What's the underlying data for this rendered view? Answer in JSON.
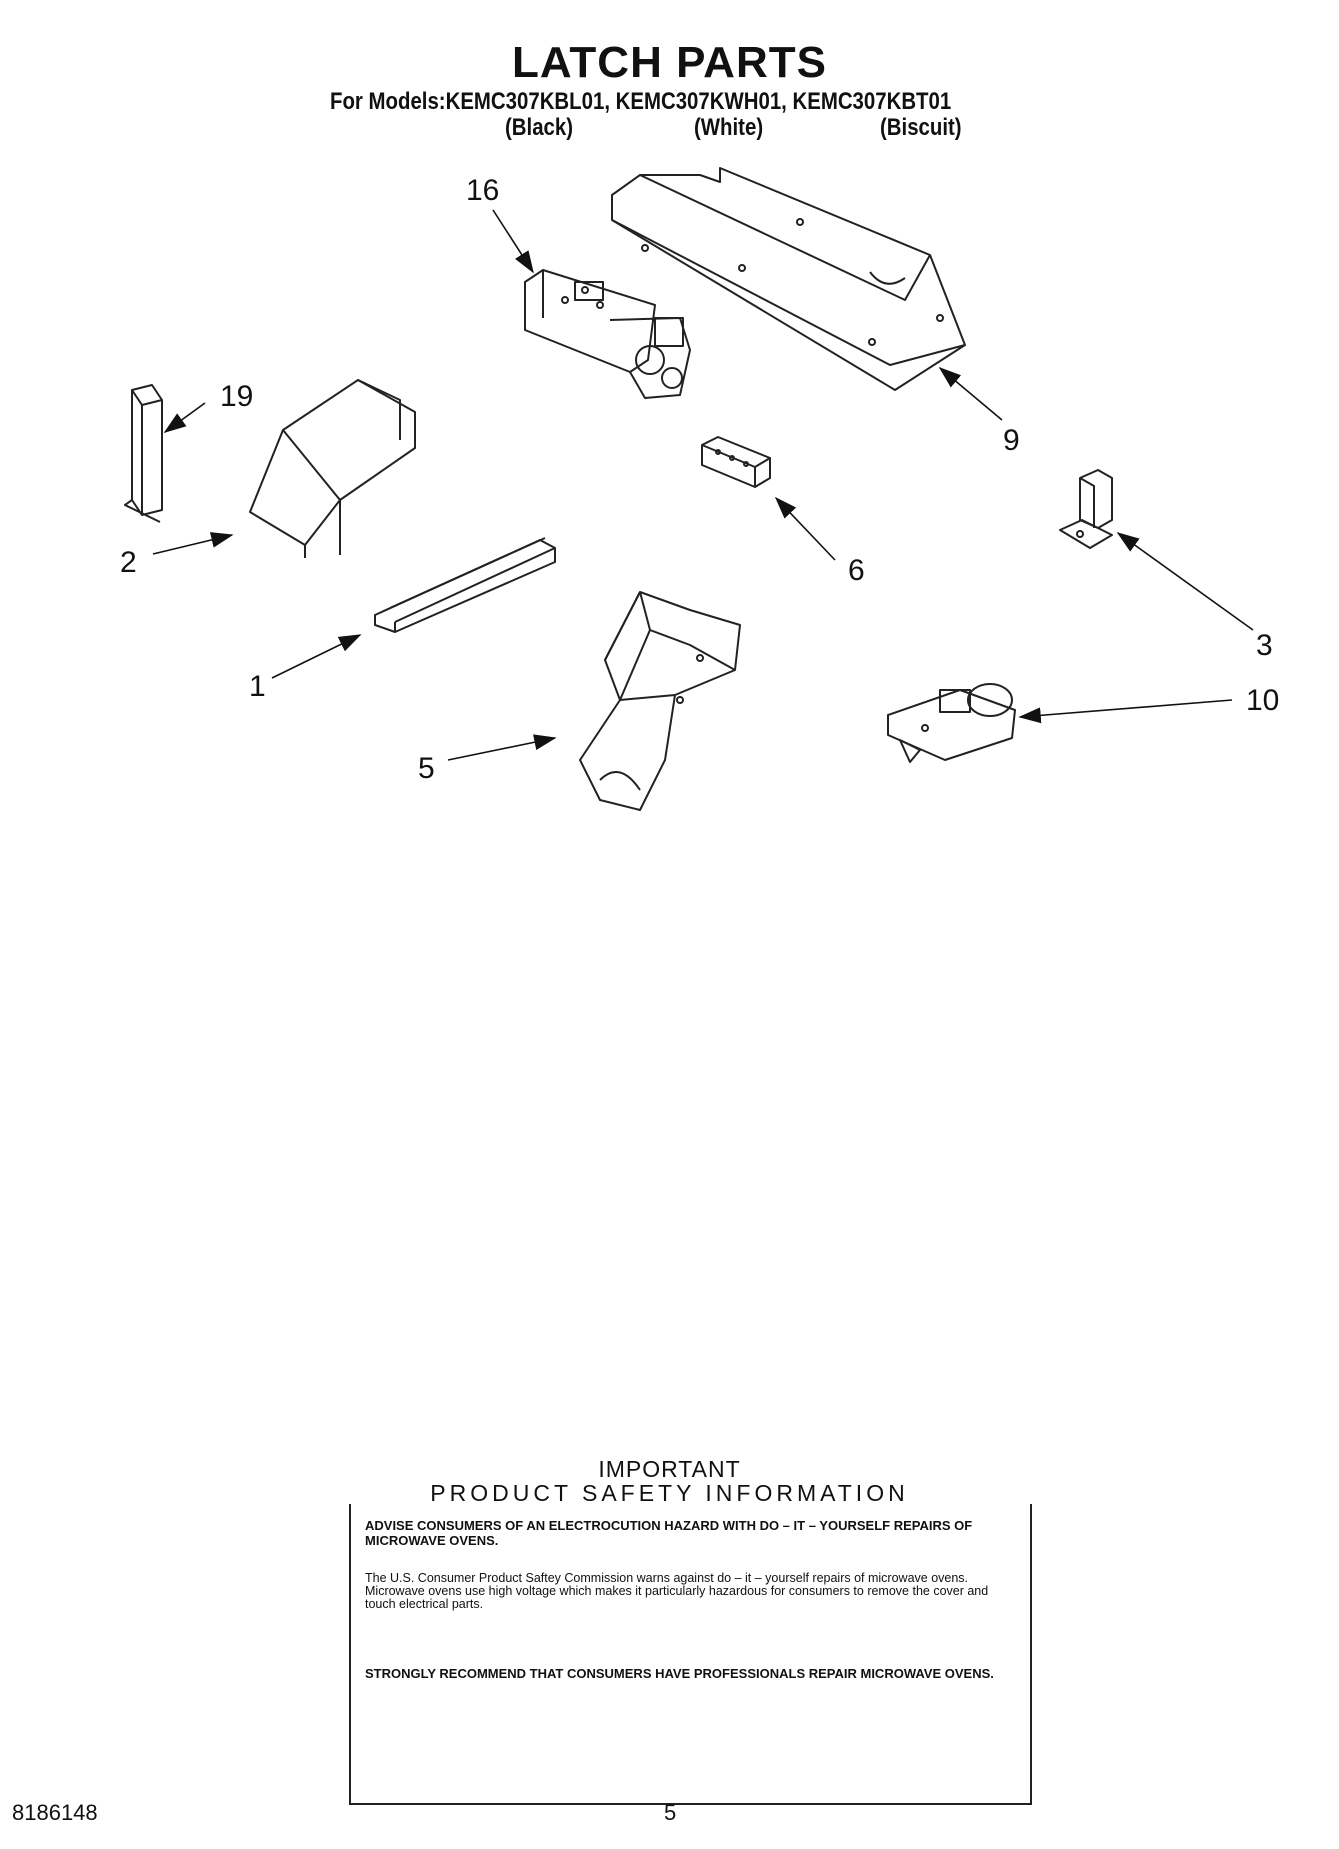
{
  "header": {
    "title": "LATCH PARTS",
    "models_line": "For Models:KEMC307KBL01, KEMC307KWH01, KEMC307KBT01",
    "colors": [
      "(Black)",
      "(White)",
      "(Biscuit)"
    ]
  },
  "callouts": [
    "16",
    "19",
    "9",
    "2",
    "6",
    "3",
    "1",
    "10",
    "5"
  ],
  "safety": {
    "title": "IMPORTANT",
    "subtitle": "PRODUCT   SAFETY   INFORMATION",
    "advise": "ADVISE CONSUMERS OF AN ELECTROCUTION HAZARD WITH DO – IT – YOURSELF REPAIRS OF MICROWAVE OVENS.",
    "body": "The U.S. Consumer Product Saftey Commission warns against do – it – yourself repairs of microwave ovens. Microwave ovens use high voltage which makes it particularly hazardous for consumers to remove the cover and touch electrical parts.",
    "recommend": "STRONGLY RECOMMEND THAT CONSUMERS HAVE PROFESSIONALS REPAIR MICROWAVE OVENS."
  },
  "footer": {
    "doc_number": "8186148",
    "page_number": "5"
  }
}
